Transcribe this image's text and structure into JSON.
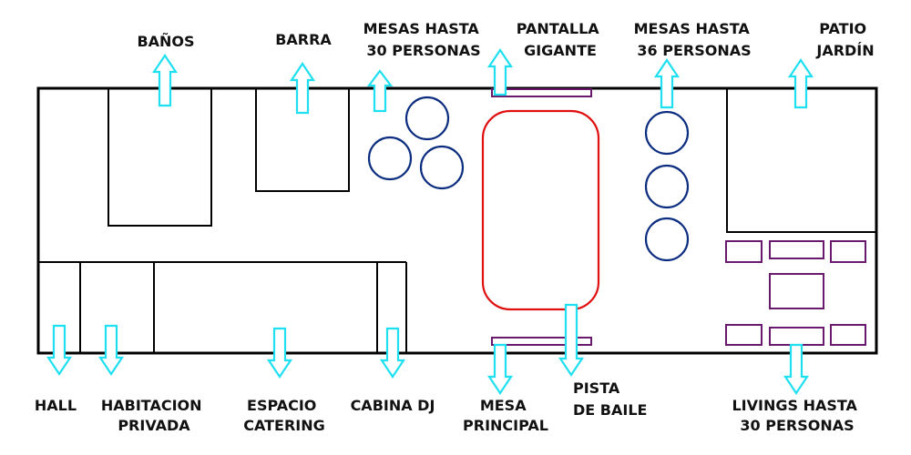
{
  "colors": {
    "wall": "#000000",
    "arrow": "#1ee0f0",
    "round_tables": "#0d2e80",
    "dance_floor": "#e01010",
    "furniture": "#6a1a6e"
  },
  "labels": {
    "banos": "BAÑOS",
    "barra": "BARRA",
    "mesas30": [
      "MESAS HASTA",
      "30 PERSONAS"
    ],
    "pantalla": [
      "PANTALLA",
      "GIGANTE"
    ],
    "mesas36": [
      "MESAS HASTA",
      "36 PERSONAS"
    ],
    "patio": [
      "PATIO",
      "JARDÍN"
    ],
    "hall": "HALL",
    "habitacion": [
      "HABITACION",
      "PRIVADA"
    ],
    "catering": [
      "ESPACIO",
      "CATERING"
    ],
    "cabina": "CABINA DJ",
    "mesa_principal": [
      "MESA",
      "PRINCIPAL"
    ],
    "pista": [
      "PISTA",
      "DE BAILE"
    ],
    "livings": [
      "LIVINGS HASTA",
      "30 PERSONAS"
    ]
  }
}
